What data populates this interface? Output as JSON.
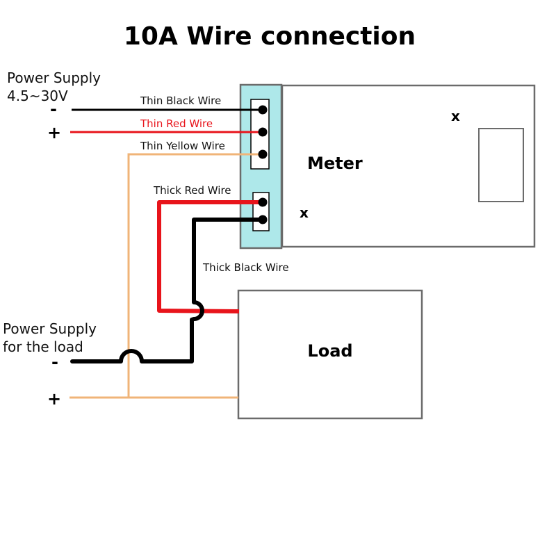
{
  "title": "10A Wire connection",
  "power_supply_meter": {
    "label_line1": "Power Supply",
    "label_line2": "4.5~30V",
    "minus": "-",
    "plus": "+"
  },
  "power_supply_load": {
    "label_line1": "Power Supply",
    "label_line2": "for the load",
    "minus": "-",
    "plus": "+"
  },
  "wires": {
    "thin_black": "Thin Black Wire",
    "thin_red": "Thin Red Wire",
    "thin_yellow": "Thin Yellow Wire",
    "thick_red": "Thick Red Wire",
    "thick_black": "Thick Black Wire"
  },
  "meter": {
    "label": "Meter",
    "x_mark_1": "x",
    "x_mark_2": "x"
  },
  "load": {
    "label": "Load"
  },
  "colors": {
    "black_wire": "#000000",
    "red_wire": "#e8141b",
    "thin_red_text": "#e8141b",
    "yellow_wire": "#f0b478",
    "terminal_block": "#aee8ea",
    "box_border": "#6b6b6b"
  }
}
